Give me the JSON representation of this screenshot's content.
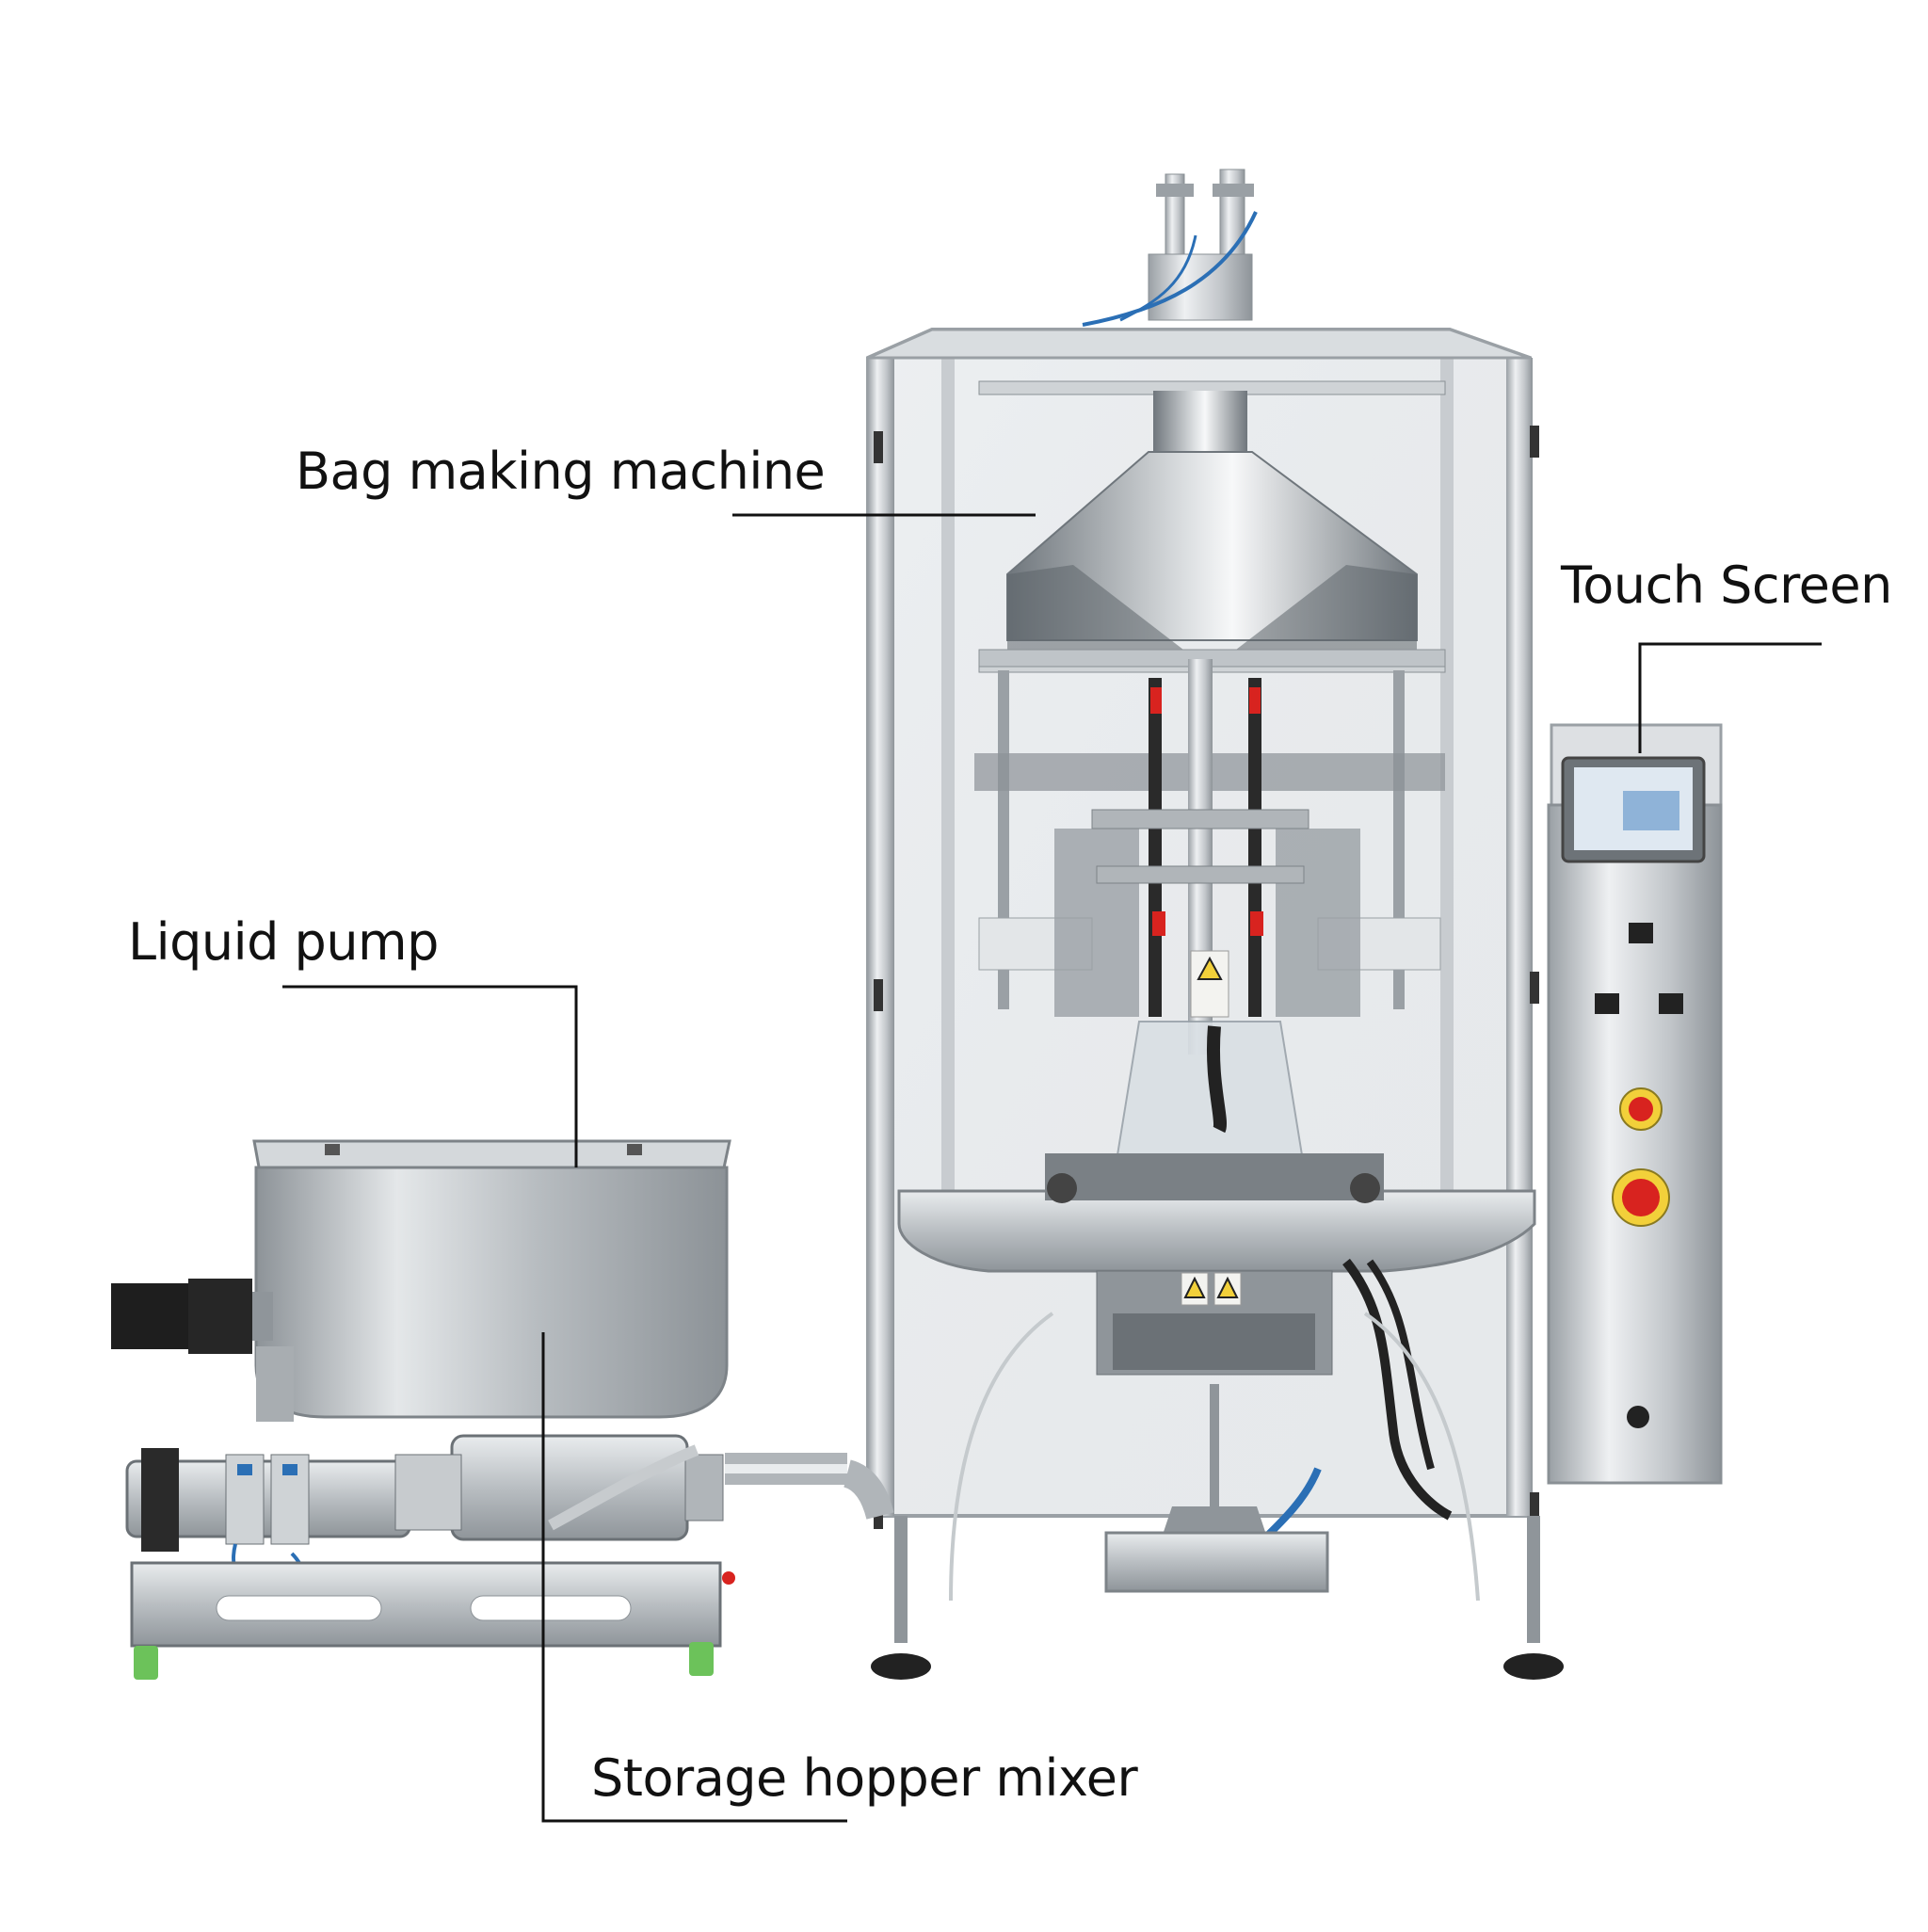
{
  "callouts": {
    "bag_making_machine": "Bag making machine",
    "touch_screen": "Touch Screen",
    "liquid_pump": "Liquid pump",
    "storage_hopper_mixer": "Storage hopper mixer"
  },
  "colors": {
    "background": "#ffffff",
    "label_text": "#111111",
    "leader_line": "#111111",
    "steel": "#c7cbce",
    "emergency_stop": "#d8231f",
    "warning_yellow": "#f2d03a",
    "foot_green": "#6cc25a",
    "hose_blue": "#2b6fb5"
  }
}
